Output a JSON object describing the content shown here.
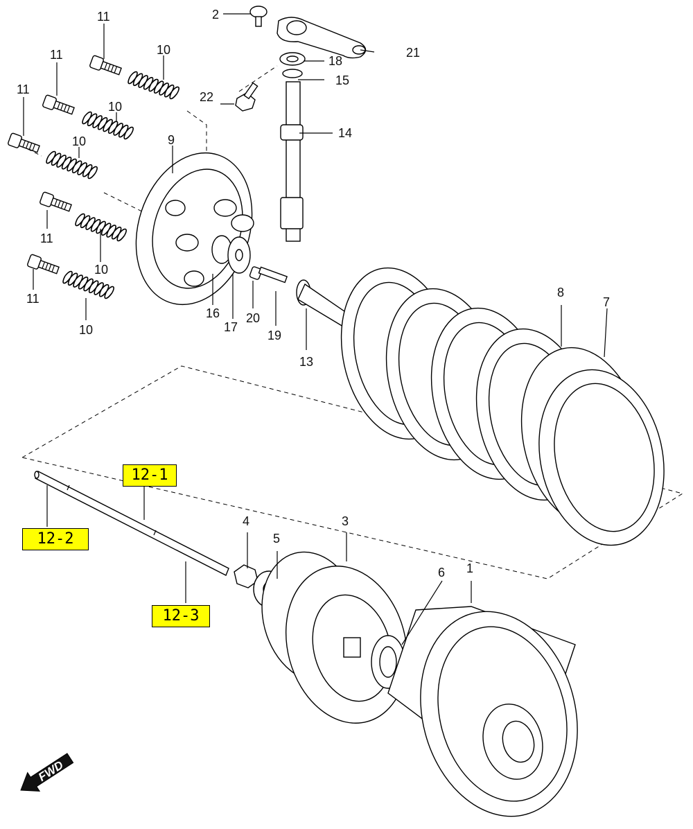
{
  "labels": {
    "p1": "1",
    "p2": "2",
    "p3": "3",
    "p4": "4",
    "p5": "5",
    "p6": "6",
    "p7": "7",
    "p8": "8",
    "p9": "9",
    "p10": "10",
    "p11": "11",
    "p13": "13",
    "p14": "14",
    "p15": "15",
    "p16": "16",
    "p17": "17",
    "p18": "18",
    "p19": "19",
    "p20": "20",
    "p21": "21",
    "p22": "22"
  },
  "highlighted_labels": {
    "p12_1": "12-1",
    "p12_2": "12-2",
    "p12_3": "12-3"
  },
  "direction": "FWD",
  "colors": {
    "highlight": "#ffff00",
    "ink": "#000000"
  }
}
